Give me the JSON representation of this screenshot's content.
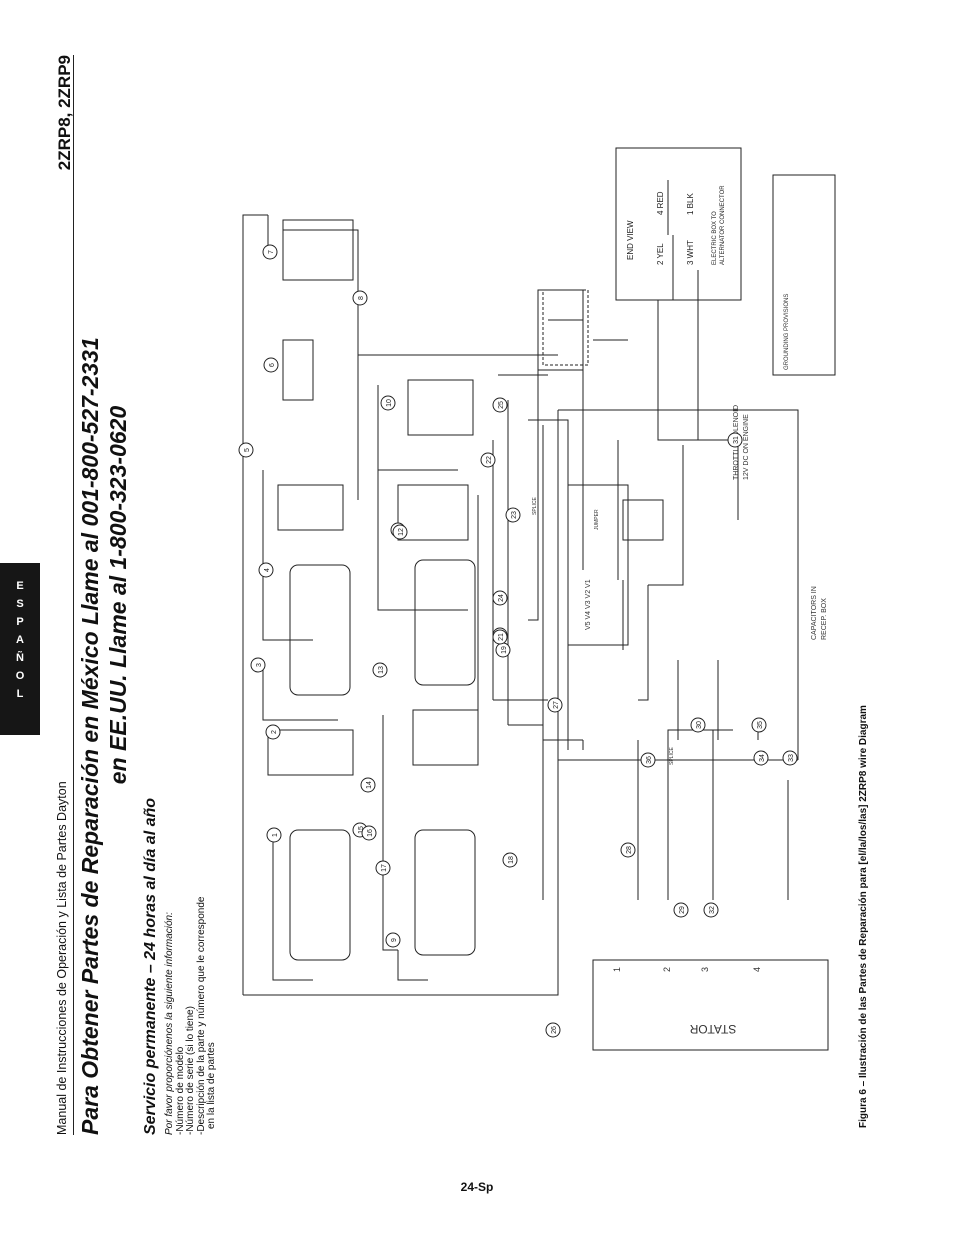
{
  "tab": {
    "letters": [
      "E",
      "S",
      "P",
      "A",
      "Ñ",
      "O",
      "L"
    ]
  },
  "header": {
    "manual": "Manual de Instrucciones de Operación y Lista de Partes Dayton",
    "models": "2ZRP8, 2ZRP9"
  },
  "titles": {
    "line1": "Para Obtener Partes de Reparación en México Llame al 001-800-527-2331",
    "line2": "en EE.UU. Llame al 1-800-323-0620",
    "service": "Servicio permanente – 24 horas al día al año"
  },
  "info": {
    "intro": "Por favor proporciónenos la siguiente información:",
    "items": [
      "-Número de modelo",
      "-Número de serie (si lo tiene)",
      "-Descripción de la parte y número que le corresponde",
      "en la lista de partes"
    ]
  },
  "diagram": {
    "stator": {
      "label": "STATOR",
      "leads": [
        "1",
        "2",
        "3",
        "4"
      ]
    },
    "end_view": {
      "title": "END VIEW",
      "cells": [
        "2 YEL",
        "4 RED",
        "3 WHT",
        "1 BLK"
      ],
      "caption1": "ELECTRIC BOX TO",
      "caption2": "ALTERNATOR CONNECTOR"
    },
    "throttle": {
      "line1": "THROTTLE SOLENOID",
      "line2": "12V DC ON ENGINE"
    },
    "capacitors": {
      "line1": "CAPACITORS IN",
      "line2": "RECEP. BOX"
    },
    "voltage_terminals": "V5  V4  V3  V2  V1",
    "jumper": "JUMPER",
    "splice_labels": [
      "SPLICE",
      "SPLICE"
    ],
    "grounding": {
      "title": "GROUNDING PROVISIONS"
    },
    "wire_numbers": [
      "1",
      "2",
      "3",
      "4",
      "5",
      "6",
      "7",
      "8",
      "9",
      "10",
      "11",
      "12",
      "13",
      "14",
      "15",
      "16",
      "17",
      "18",
      "19",
      "20",
      "21",
      "22",
      "23",
      "24",
      "25",
      "26",
      "27",
      "28",
      "29",
      "30",
      "31",
      "32",
      "33",
      "34",
      "35",
      "36"
    ]
  },
  "caption": "Figura 6 – Ilustración de las Partes de Reparación para [el/la/los/las] 2ZRP8 wire Diagram",
  "page_number": "24-Sp"
}
